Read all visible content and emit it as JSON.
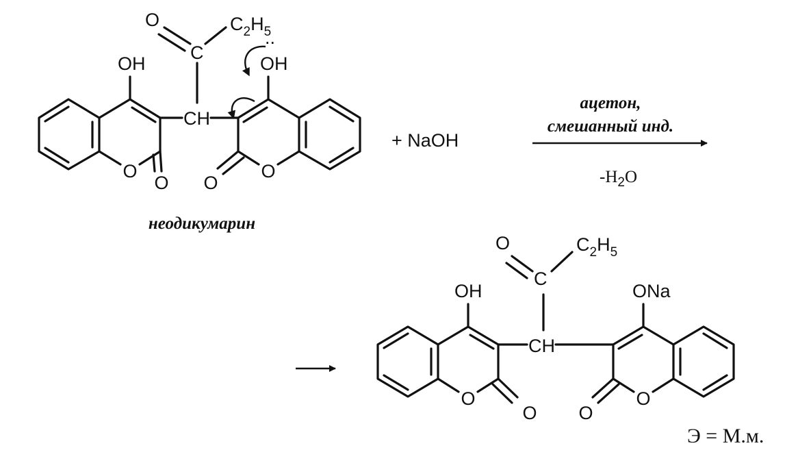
{
  "reactant": {
    "ketone_o": "O",
    "ketone_c": "C",
    "ethyl": "C",
    "ethyl_sub1": "2",
    "ethyl_h": "H",
    "ethyl_sub2": "5",
    "left_oh": "OH",
    "right_oh": "OH",
    "methine": "CH",
    "left_ring_o": "O",
    "left_carbonyl_o": "O",
    "right_ring_o": "O",
    "right_carbonyl_o": "O",
    "lone_pair": "..",
    "name": "неодикумарин"
  },
  "reagent": "+ NaOH",
  "conditions": {
    "line1": "ацетон,",
    "line2": "смешанный инд.",
    "below": "-H",
    "below_sub": "2",
    "below_end": "O"
  },
  "product": {
    "ketone_o": "O",
    "ketone_c": "C",
    "ethyl": "C",
    "ethyl_sub1": "2",
    "ethyl_h": "H",
    "ethyl_sub2": "5",
    "left_oh": "OH",
    "right_ona": "ONa",
    "methine": "CH",
    "left_ring_o": "O",
    "left_carbonyl_o": "O",
    "right_ring_o": "O",
    "right_carbonyl_o": "O"
  },
  "equivalent": "Э = М.м."
}
